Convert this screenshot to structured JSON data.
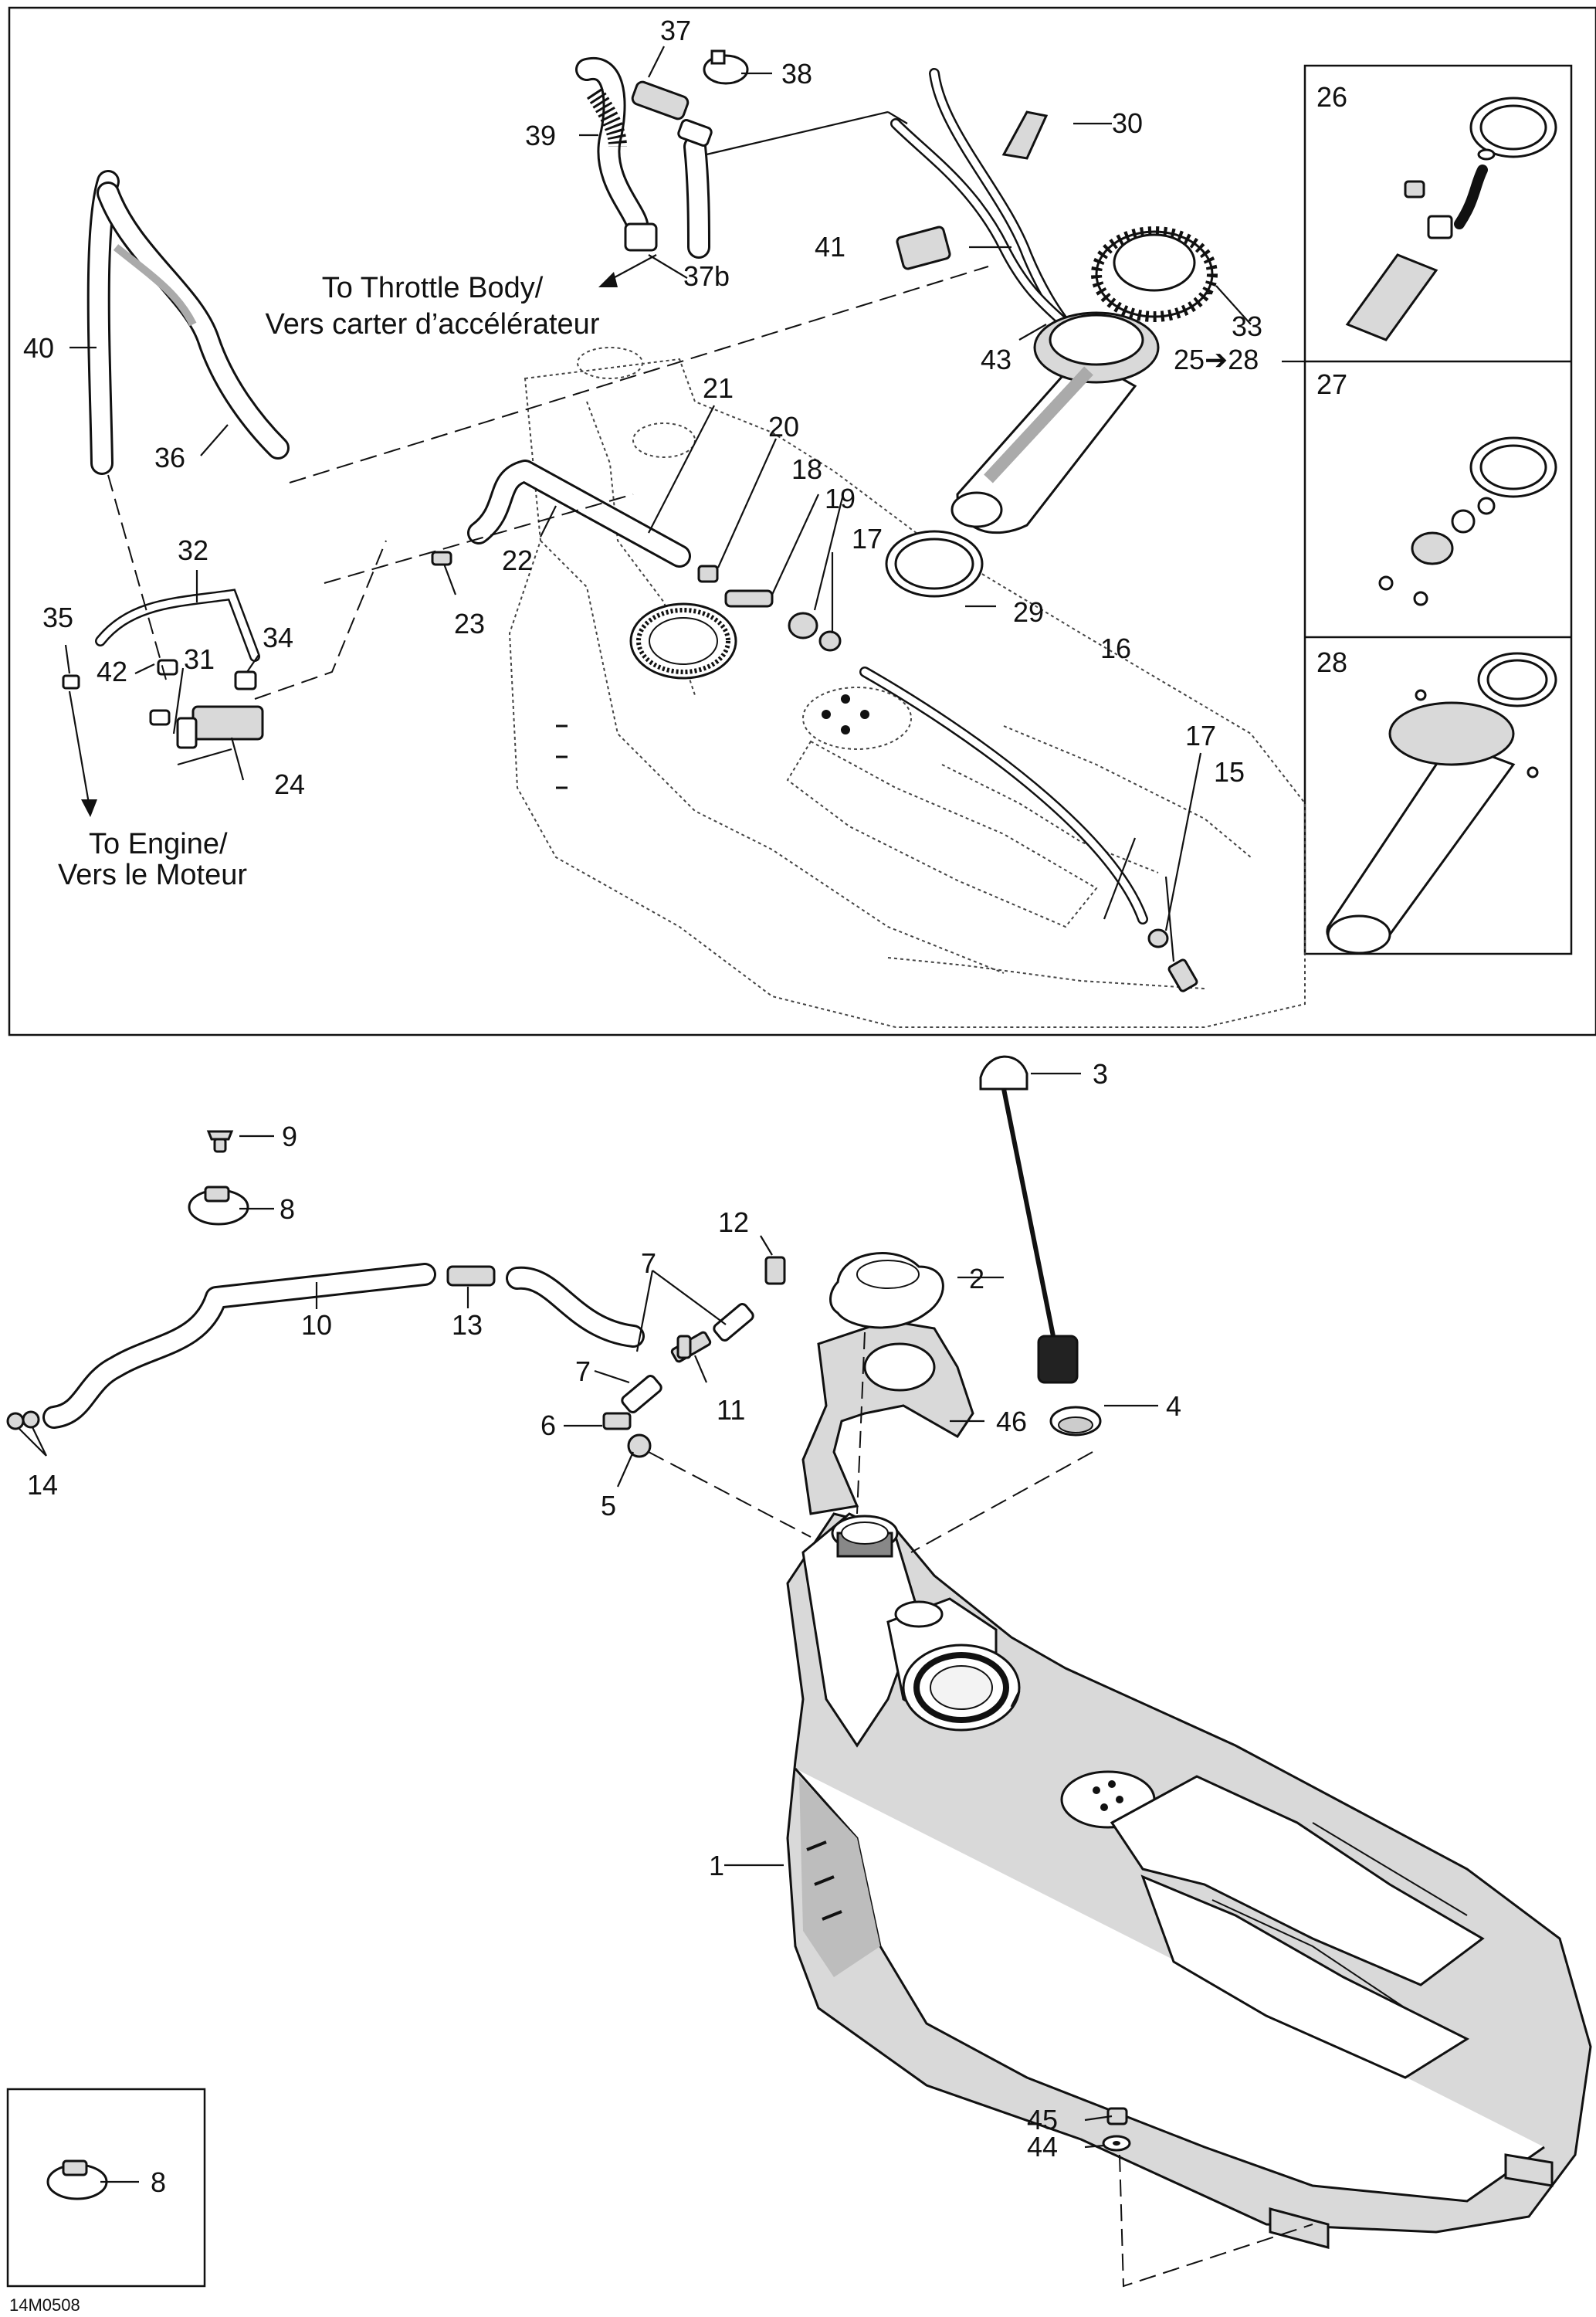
{
  "notes": {
    "throttle_en": "To Throttle Body/",
    "throttle_fr": "Vers carter d’accélérateur",
    "engine_en": "To Engine/",
    "engine_fr": "Vers le Moteur"
  },
  "drawing_code": "14M0508",
  "callouts": {
    "c1": "1",
    "c2": "2",
    "c3": "3",
    "c4": "4",
    "c5": "5",
    "c6": "6",
    "c7a": "7",
    "c7b": "7",
    "c8a": "8",
    "c8b": "8",
    "c9": "9",
    "c10": "10",
    "c11": "11",
    "c12": "12",
    "c13": "13",
    "c14": "14",
    "c15": "15",
    "c16": "16",
    "c17a": "17",
    "c17b": "17",
    "c18": "18",
    "c19": "19",
    "c20": "20",
    "c21": "21",
    "c22": "22",
    "c23": "23",
    "c24": "24",
    "c25": "25➔28",
    "c26": "26",
    "c27": "27",
    "c28": "28",
    "c29": "29",
    "c30": "30",
    "c31": "31",
    "c32": "32",
    "c33": "33",
    "c34": "34",
    "c35": "35",
    "c36": "36",
    "c37": "37",
    "c37b": "37b",
    "c38": "38",
    "c39": "39",
    "c40": "40",
    "c41": "41",
    "c42": "42",
    "c43": "43",
    "c44": "44",
    "c45": "45",
    "c46": "46"
  }
}
